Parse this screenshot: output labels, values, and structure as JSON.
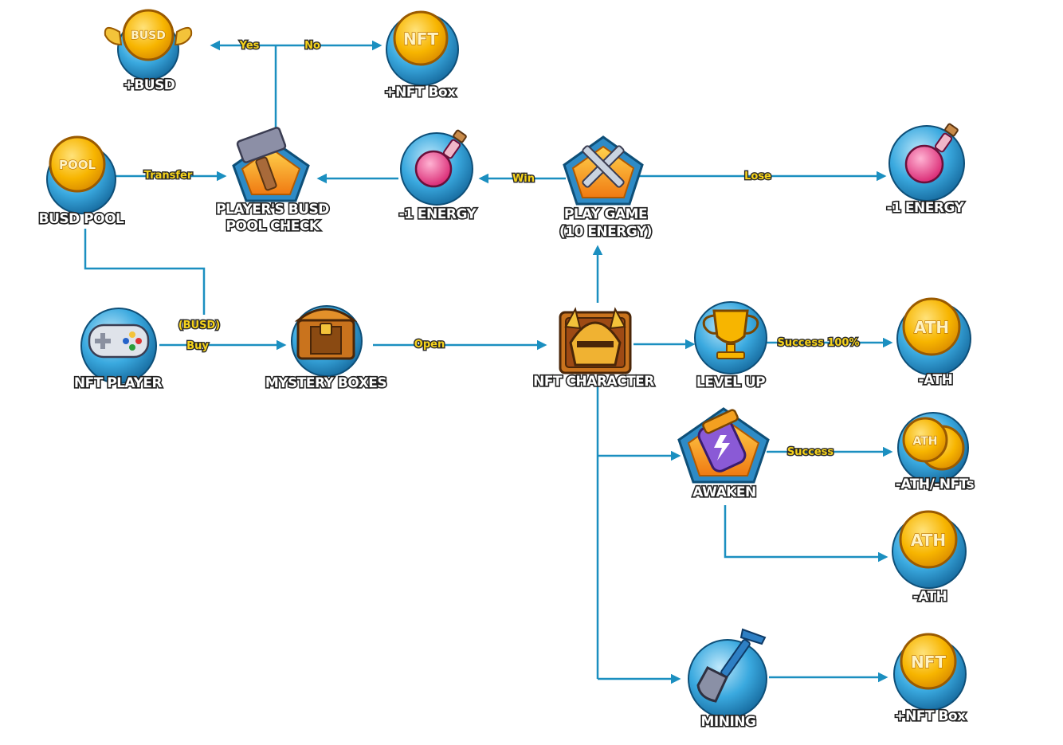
{
  "nodes": {
    "busd_reward": {
      "label": "+BUSD",
      "coin_text": "BUSD"
    },
    "nft_box_top": {
      "label": "+NFT Box",
      "coin_text": "NFT"
    },
    "busd_pool": {
      "label": "BUSD POOL",
      "coin_text": "POOL"
    },
    "pool_check": {
      "label_line1": "PLAYER'S BUSD",
      "label_line2": "POOL CHECK"
    },
    "energy_win": {
      "label": "-1 ENERGY"
    },
    "play_game": {
      "label_line1": "PLAY GAME",
      "label_line2": "(10 ENERGY)"
    },
    "energy_lose": {
      "label": "-1 ENERGY"
    },
    "nft_player": {
      "label": "NFT PLAYER"
    },
    "mystery_boxes": {
      "label": "MYSTERY BOXES"
    },
    "nft_character": {
      "label": "NFT CHARACTER"
    },
    "level_up": {
      "label": "LEVEL UP"
    },
    "ath_levelup": {
      "label": "-ATH",
      "coin_text": "ATH"
    },
    "awaken": {
      "label": "AWAKEN"
    },
    "ath_nfts": {
      "label": "-ATH/-NFTs",
      "coin_text": "ATH"
    },
    "ath_awaken_fail": {
      "label": "-ATH",
      "coin_text": "ATH"
    },
    "mining": {
      "label": "MINING"
    },
    "nft_box_mining": {
      "label": "+NFT Box",
      "coin_text": "NFT"
    }
  },
  "edges": {
    "yes": "Yes",
    "no": "No",
    "transfer": "Transfer",
    "win": "Win",
    "lose": "Lose",
    "busd": "(BUSD)",
    "buy": "Buy",
    "open": "Open",
    "success_100": "Success 100%",
    "success": "Success"
  },
  "colors": {
    "edge": "#1b8fc0",
    "edge_label": "#f5d21b",
    "orb": "#3aa9df",
    "coin": "#f7b500",
    "potion": "#e84a8f",
    "pentagon": "#f59a1b"
  }
}
